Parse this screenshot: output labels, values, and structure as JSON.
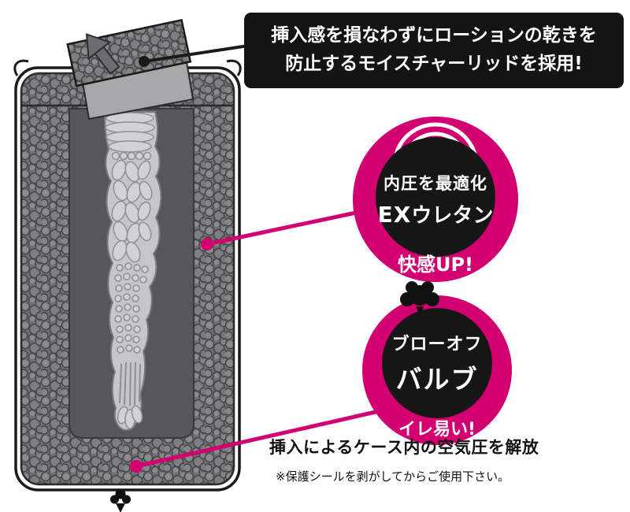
{
  "top_callout": {
    "line1": "挿入感を損なわずにローションの乾きを",
    "line2": "防止するモイスチャーリッドを採用!"
  },
  "badge_urethane": {
    "title": "内圧を最適化",
    "subtitle_en": "EX",
    "subtitle_jp": "ウレタン",
    "caption": "快感UP!"
  },
  "badge_valve": {
    "title": "ブローオフ",
    "subtitle": "バルブ",
    "caption": "イレ易い!"
  },
  "bottom_note": {
    "line1": "挿入によるケース内の空気圧を解放",
    "line2": "※保護シールを剥がしてからご使用下さい。"
  },
  "colors": {
    "magenta": "#d20070",
    "panel_black": "#141414",
    "foam_gray": "#707073",
    "cavity_gray": "#57575a",
    "sleeve_gray": "#c6c6c8"
  },
  "icons": {
    "arrow": "lid-removal-arrow",
    "arcs": "pressure-waves",
    "puff": "air-puff",
    "valve": "blow-off-valve"
  }
}
